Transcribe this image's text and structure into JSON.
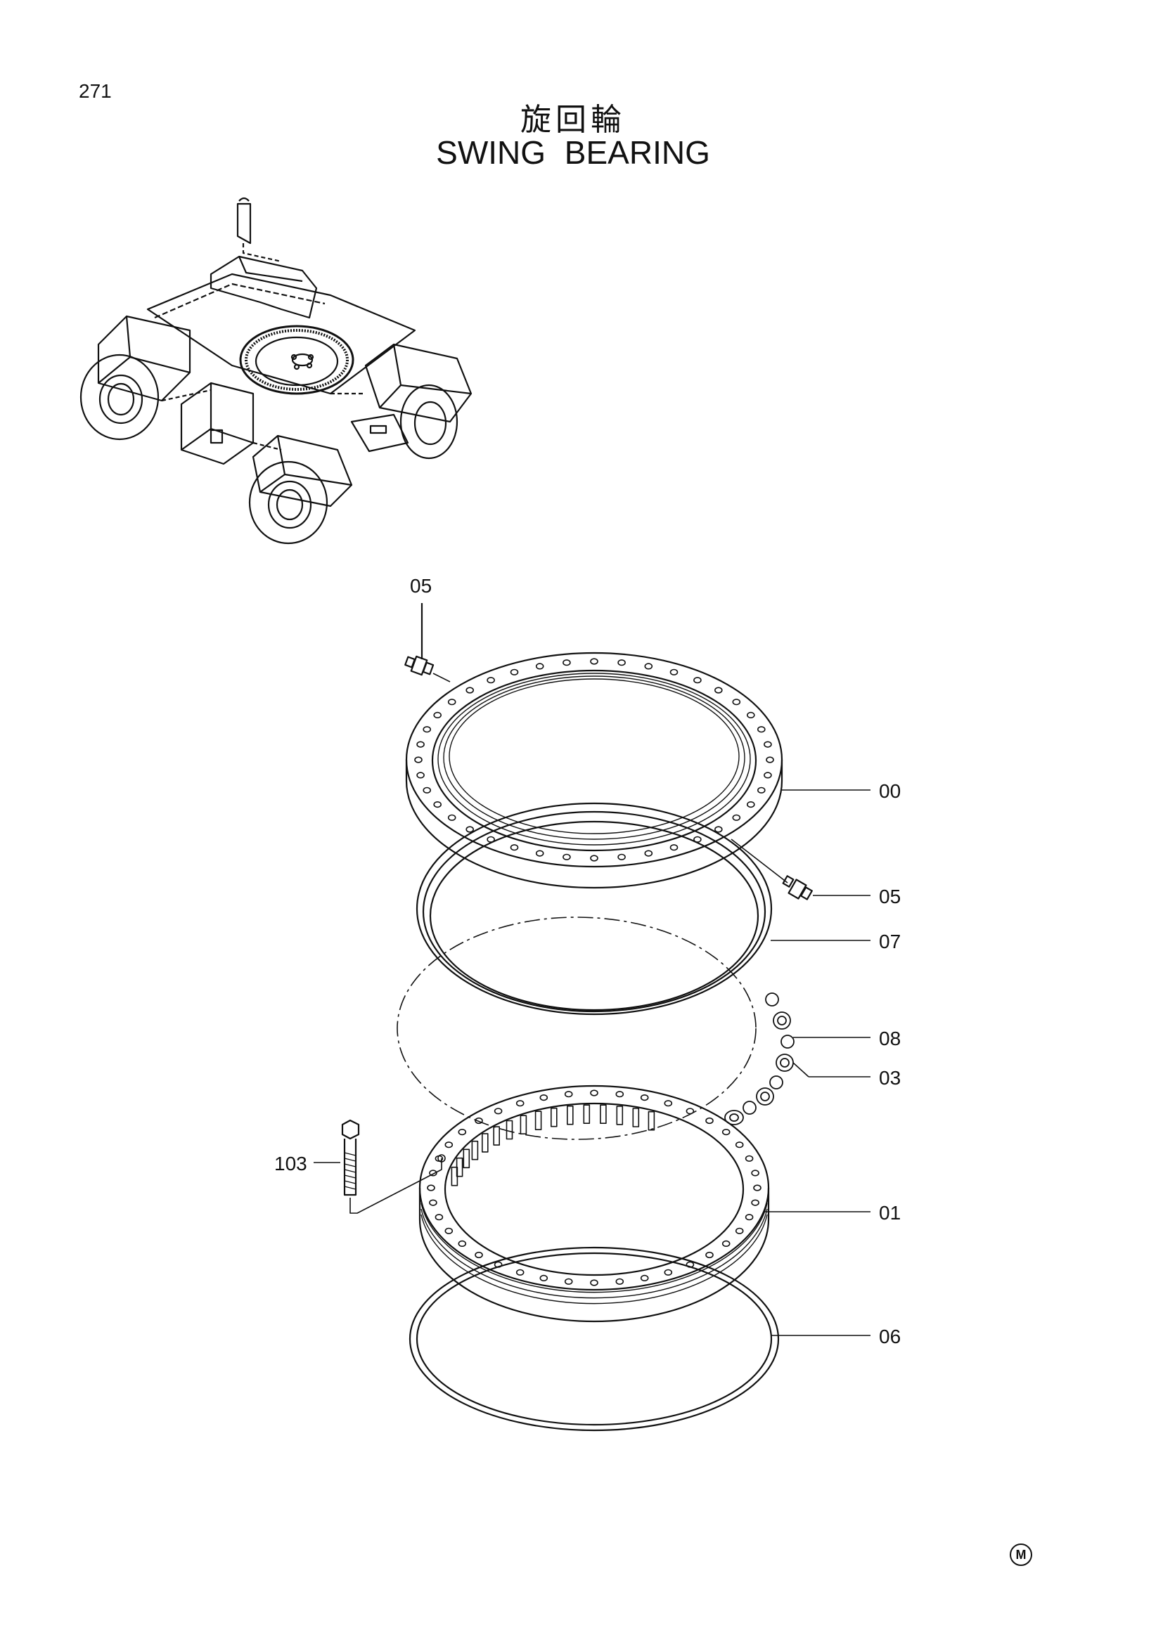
{
  "page_number": "271",
  "title_jp": "旋回輪",
  "title_en": "SWING BEARING",
  "callouts": {
    "c05_top": "05",
    "c00": "00",
    "c05_right": "05",
    "c07": "07",
    "c08": "08",
    "c03": "03",
    "c103": "103",
    "c01": "01",
    "c06": "06"
  },
  "mark": "M",
  "colors": {
    "ink": "#111111",
    "paper": "#ffffff"
  }
}
